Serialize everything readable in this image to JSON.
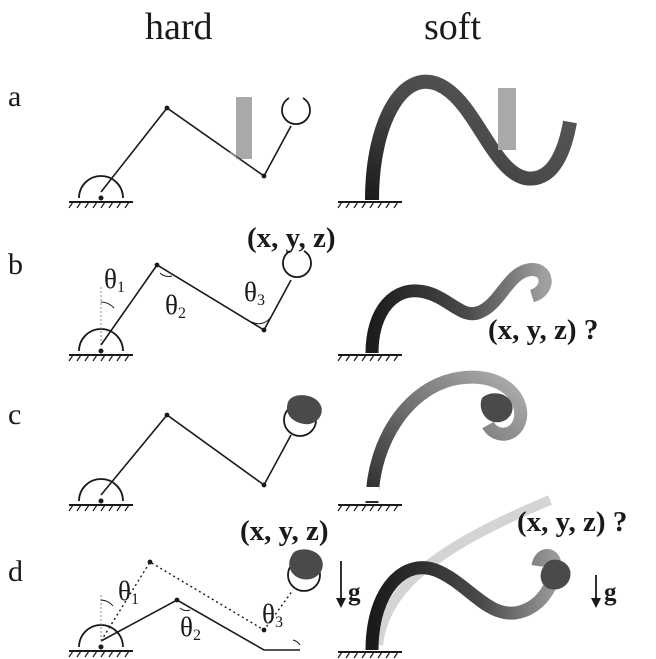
{
  "columns": {
    "hard": "hard",
    "soft": "soft"
  },
  "rows": [
    {
      "label": "a"
    },
    {
      "label": "b"
    },
    {
      "label": "c"
    },
    {
      "label": "d"
    }
  ],
  "angles": {
    "theta1": {
      "symbol": "θ",
      "index": "1"
    },
    "theta2": {
      "symbol": "θ",
      "index": "2"
    },
    "theta3": {
      "symbol": "θ",
      "index": "3"
    }
  },
  "coordinates": {
    "hard_b": "(x, y, z)",
    "soft_b": "(x, y, z) ?",
    "hard_d": "(x, y, z)",
    "soft_d": "(x, y, z) ?"
  },
  "gravity": "g",
  "colors": {
    "ink": "#1a1a1a",
    "obstacle": "#a9a9a9",
    "soft_dark": "#3a3a3a",
    "object": "#4a4a4a",
    "ghost_arm": "#d4d4d4"
  }
}
